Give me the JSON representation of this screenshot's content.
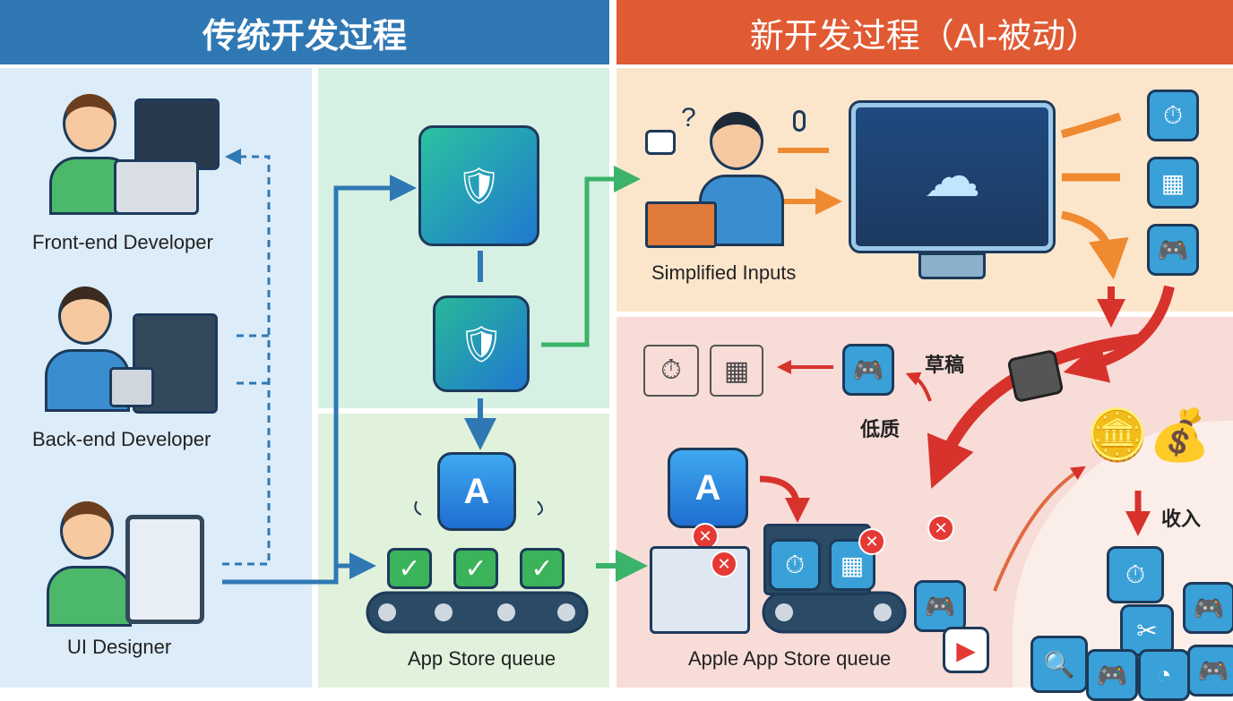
{
  "left": {
    "title": "传统开发过程",
    "roles": [
      "Front-end Developer",
      "Back-end Developer",
      "UI Designer"
    ],
    "queue_label": "App Store queue"
  },
  "right": {
    "title": "新开发过程（AI-被动）",
    "inputs_label": "Simplified Inputs",
    "draft_label": "草稿",
    "low_quality_label": "低质",
    "income_label": "收入",
    "queue_label": "Apple App Store queue"
  },
  "colors": {
    "left_header": "#2f78b4",
    "right_header": "#e05a33",
    "left_bg": "#dcecf8",
    "mid_bg": "#d6f0e4",
    "right_top_bg": "#fbe6cc",
    "right_bottom_bg": "#f8dcd8"
  }
}
